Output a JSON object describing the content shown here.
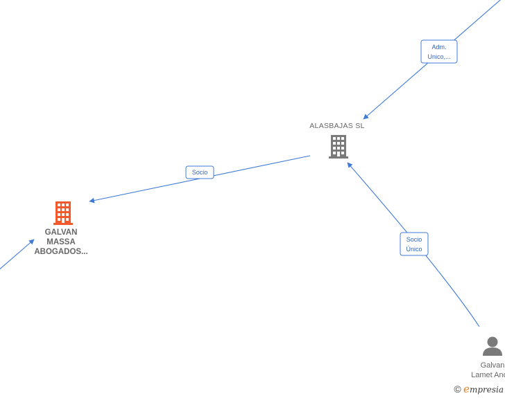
{
  "nodes": {
    "galvan_massa": {
      "label_lines": [
        "GALVAN",
        "MASSA",
        "ABOGADOS..."
      ],
      "icon": "building-icon",
      "color": "#f25a2e"
    },
    "alasbajas": {
      "label": "ALASBAJAS  SL",
      "icon": "building-icon",
      "color": "#7a7a7a"
    },
    "galvan_person": {
      "label_lines": [
        "Galvan",
        "Lamet And..."
      ],
      "icon": "person-icon",
      "color": "#7a7a7a"
    }
  },
  "edges": [
    {
      "id": "adm",
      "label_lines": [
        "Adm.",
        "Unico,..."
      ]
    },
    {
      "id": "socio",
      "label_lines": [
        "Socio"
      ]
    },
    {
      "id": "socio_unico",
      "label_lines": [
        "Socio",
        "Único"
      ]
    }
  ],
  "brand": {
    "copyright": "©",
    "e": "e",
    "rest": "mpresia"
  },
  "colors": {
    "edge": "#3f7ad6",
    "company_main": "#f25a2e",
    "node_gray": "#7a7a7a"
  }
}
